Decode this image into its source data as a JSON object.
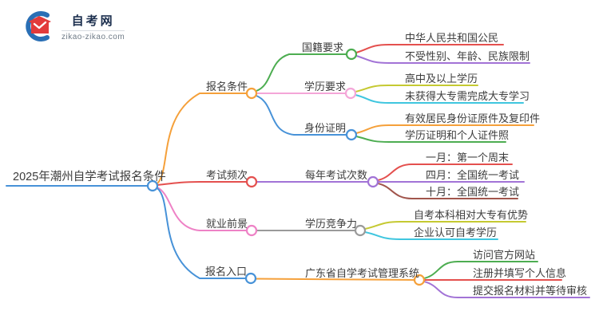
{
  "logo": {
    "title": "自考网",
    "domain": "zikao-zikao.com"
  },
  "palette": {
    "blue": "#4792d8",
    "orange": "#f5a03a",
    "red": "#e4504e",
    "green": "#4dad51",
    "pink": "#ee82c6",
    "pink_light": "#f4a6d8",
    "purple": "#a273d6",
    "olive": "#c5c932",
    "cyan": "#3fc6df",
    "gray": "#9a9a9a",
    "brown": "#a1554c",
    "ink": "#3c3c3c",
    "logo_blue": "#2a6fb5",
    "logo_red": "#e23b3b",
    "logo_text": "#1c2f4e"
  },
  "mindmap": {
    "root": {
      "label": "2025年潮州自学考试报名条件"
    },
    "branches": [
      {
        "label": "报名条件",
        "children": [
          {
            "label": "国籍要求",
            "children": [
              {
                "label": "中华人民共和国公民"
              },
              {
                "label": "不受性别、年龄、民族限制"
              }
            ]
          },
          {
            "label": "学历要求",
            "children": [
              {
                "label": "高中及以上学历"
              },
              {
                "label": "未获得大专需完成大专学习"
              }
            ]
          },
          {
            "label": "身份证明",
            "children": [
              {
                "label": "有效居民身份证原件及复印件"
              },
              {
                "label": "学历证明和个人证件照"
              }
            ]
          }
        ]
      },
      {
        "label": "考试频次",
        "children": [
          {
            "label": "每年考试次数",
            "children": [
              {
                "label": "一月：第一个周末"
              },
              {
                "label": "四月：全国统一考试"
              },
              {
                "label": "十月：全国统一考试"
              }
            ]
          }
        ]
      },
      {
        "label": "就业前景",
        "children": [
          {
            "label": "学历竞争力",
            "children": [
              {
                "label": "自考本科相对大专有优势"
              },
              {
                "label": "企业认可自考学历"
              }
            ]
          }
        ]
      },
      {
        "label": "报名入口",
        "children": [
          {
            "label": "广东省自学考试管理系统",
            "children": [
              {
                "label": "访问官方网站"
              },
              {
                "label": "注册并填写个人信息"
              },
              {
                "label": "提交报名材料并等待审核"
              }
            ]
          }
        ]
      }
    ]
  }
}
